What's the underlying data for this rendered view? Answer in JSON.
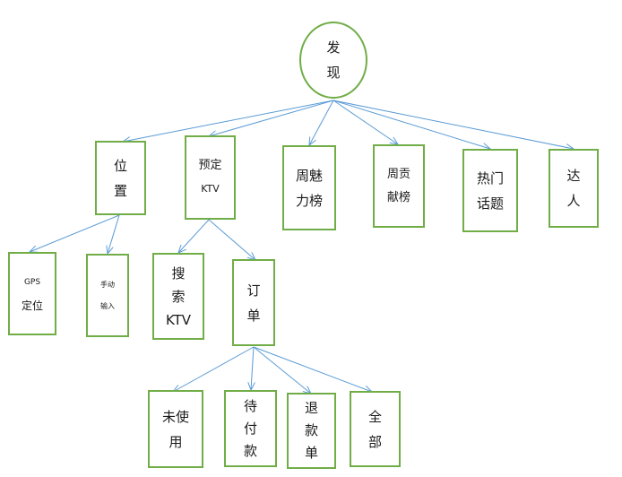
{
  "root": {
    "lines": [
      "发",
      "现"
    ]
  },
  "level1": [
    {
      "id": "location",
      "lines": [
        "位",
        "置"
      ]
    },
    {
      "id": "book-ktv",
      "lines": [
        "预定",
        "KTV"
      ]
    },
    {
      "id": "weekly-charm",
      "lines": [
        "周魅",
        "力榜"
      ]
    },
    {
      "id": "weekly-contribution",
      "lines": [
        "周贡",
        "献榜"
      ]
    },
    {
      "id": "hot-topics",
      "lines": [
        "热门",
        "话题"
      ]
    },
    {
      "id": "experts",
      "lines": [
        "达",
        "人"
      ]
    }
  ],
  "location_children": [
    {
      "id": "gps-location",
      "lines": [
        "GPS",
        "定位"
      ]
    },
    {
      "id": "manual-input",
      "lines": [
        "手动",
        "输入"
      ]
    }
  ],
  "ktv_children": [
    {
      "id": "search-ktv",
      "lines": [
        "搜",
        "索",
        "KTV"
      ]
    },
    {
      "id": "orders",
      "lines": [
        "订",
        "单"
      ]
    }
  ],
  "order_children": [
    {
      "id": "unused",
      "lines": [
        "未使",
        "用"
      ]
    },
    {
      "id": "pending-payment",
      "lines": [
        "待",
        "付",
        "款"
      ]
    },
    {
      "id": "refund-orders",
      "lines": [
        "退",
        "款",
        "单"
      ]
    },
    {
      "id": "all",
      "lines": [
        "全",
        "部"
      ]
    }
  ],
  "colors": {
    "node_border": "#70ad47",
    "arrow": "#5b9bd5",
    "text": "#1a1a1a"
  }
}
